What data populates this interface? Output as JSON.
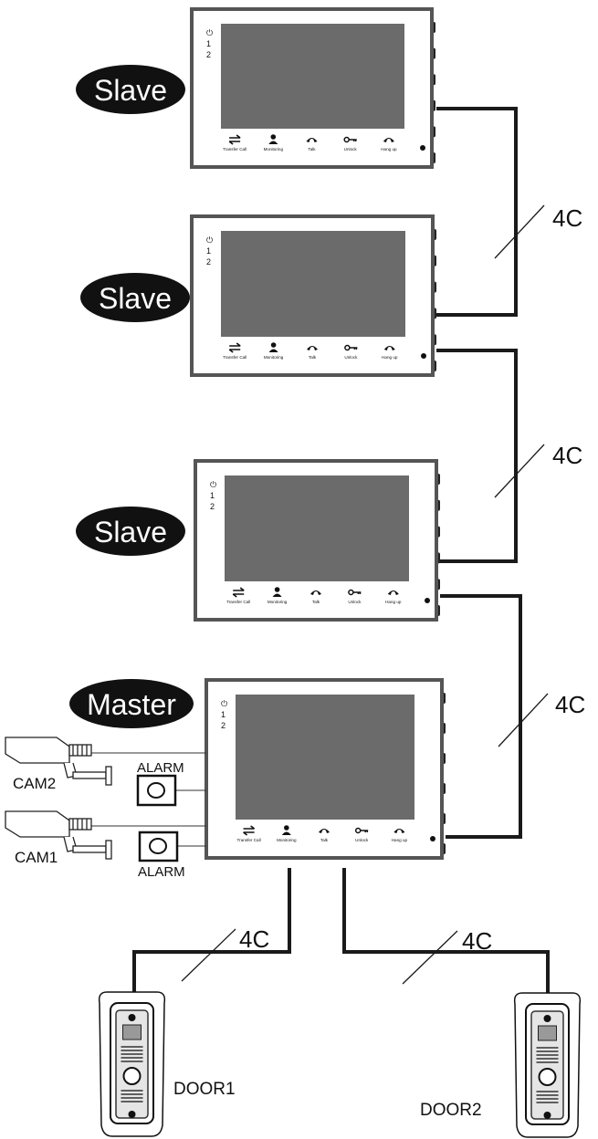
{
  "monitors": [
    {
      "role": "Slave",
      "indicators": [
        "⏻",
        "1",
        "2"
      ],
      "buttons": [
        "Transfer Call",
        "Monitoring",
        "Talk",
        "Unlock",
        "Hang up"
      ]
    },
    {
      "role": "Slave",
      "indicators": [
        "⏻",
        "1",
        "2"
      ],
      "buttons": [
        "Transfer Call",
        "Monitoring",
        "Talk",
        "Unlock",
        "Hang up"
      ]
    },
    {
      "role": "Slave",
      "indicators": [
        "⏻",
        "1",
        "2"
      ],
      "buttons": [
        "Transfer Call",
        "Monitoring",
        "Talk",
        "Unlock",
        "Hang up"
      ]
    },
    {
      "role": "Master",
      "indicators": [
        "⏻",
        "1",
        "2"
      ],
      "buttons": [
        "Transfer Call",
        "Monitoring",
        "Talk",
        "Unlock",
        "Hang up"
      ]
    }
  ],
  "cables": {
    "slave1_slave2": "4C",
    "slave2_slave3": "4C",
    "slave3_master": "4C",
    "master_door1": "4C",
    "master_door2": "4C"
  },
  "cameras": [
    {
      "label": "CAM2"
    },
    {
      "label": "CAM1"
    }
  ],
  "alarms": [
    {
      "label": "ALARM"
    },
    {
      "label": "ALARM"
    }
  ],
  "doors": [
    {
      "label": "DOOR1"
    },
    {
      "label": "DOOR2"
    }
  ],
  "colors": {
    "screen": "#6b6b6b",
    "frame": "#555555",
    "badge_bg": "#111111",
    "badge_text": "#ffffff",
    "wire": "#1a1a1a"
  }
}
